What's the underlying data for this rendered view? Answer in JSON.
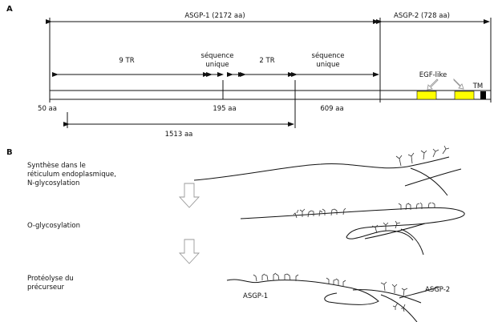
{
  "panelA": {
    "label": "A",
    "asgp1": "ASGP-1 (2172 aa)",
    "asgp2": "ASGP-2 (728 aa)",
    "tr9": "9 TR",
    "seq_unique_1a": "séquence",
    "seq_unique_1b": "unique",
    "tr2": "2 TR",
    "seq_unique_2a": "séquence",
    "seq_unique_2b": "unique",
    "egf": "EGF-like",
    "tm": "TM",
    "aa50": "50 aa",
    "aa195": "195 aa",
    "aa609": "609 aa",
    "aa1513": "1513 aa",
    "colors": {
      "egf_box": "#ffff00",
      "tm_box": "#000000",
      "arrow": "#000000"
    }
  },
  "panelB": {
    "label": "B",
    "step1_l1": "Synthèse dans le",
    "step1_l2": "réticulum endoplasmique,",
    "step1_l3": "N-glycosylation",
    "step2": "O-glycosylation",
    "step3_l1": "Protéolyse du",
    "step3_l2": "précurseur",
    "asgp1": "ASGP-1",
    "asgp2": "ASGP-2"
  }
}
